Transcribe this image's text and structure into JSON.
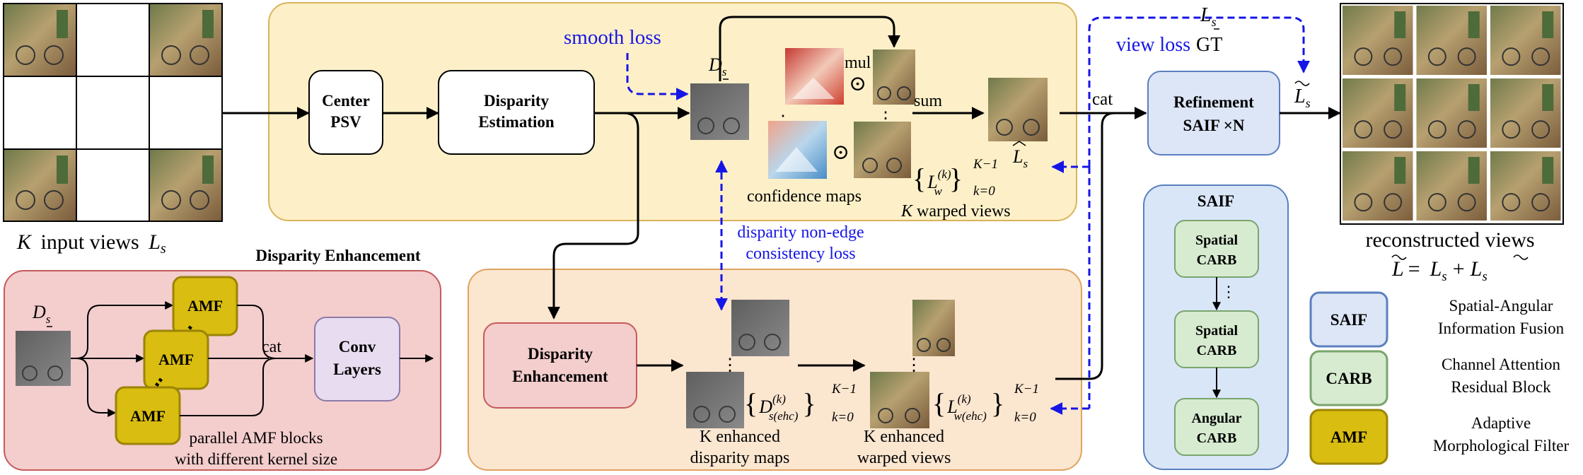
{
  "input": {
    "caption_var": "K",
    "caption_text": "input views",
    "caption_sym": "L",
    "caption_sub": "s"
  },
  "main": {
    "center_psv": [
      "Center",
      "PSV"
    ],
    "disparity_estimation": [
      "Disparity",
      "Estimation"
    ],
    "smooth_loss": "smooth loss",
    "d_label": "D",
    "d_sub": "s",
    "mul": "mul",
    "odot": "⊙",
    "sum": "sum",
    "dots": "⋮",
    "confidence_maps": "confidence maps",
    "warped_views_var": "K",
    "warped_views_text": "warped views",
    "warped_set_sym": "L",
    "warped_set_sub": "w",
    "set_super": "(k)",
    "set_upper": "K−1",
    "set_lower": "k=0",
    "lhat_sym": "L",
    "lhat_sub": "s"
  },
  "consistency_loss": [
    "disparity non-edge",
    "consistency loss"
  ],
  "view_loss": {
    "top_sym": "L",
    "top_sub": "s",
    "label": "view loss",
    "gt": "GT"
  },
  "refinement": {
    "cat": "cat",
    "title": "Refinement",
    "saif": "SAIF ×N",
    "ltilde_sym": "L",
    "ltilde_sub": "s"
  },
  "saif_panel": {
    "title": "SAIF",
    "blocks": [
      [
        "Spatial",
        "CARB"
      ],
      [
        "Spatial",
        "CARB"
      ],
      [
        "Angular",
        "CARB"
      ]
    ],
    "dots": "⋮"
  },
  "output": {
    "caption": "reconstructed views",
    "formula_lhs": "L",
    "formula_eq": "=",
    "formula_ls": "L",
    "formula_ls_sub": "s",
    "formula_plus": "+",
    "formula_rhs": "L",
    "formula_rhs_sub": "s"
  },
  "enhancement_detail": {
    "title": "Disparity Enhancement",
    "d_label": "D",
    "d_sub": "s",
    "amf": "AMF",
    "cat": "cat",
    "conv": [
      "Conv",
      "Layers"
    ],
    "note": [
      "parallel AMF blocks",
      "with different kernel size"
    ]
  },
  "enhancement_stage": {
    "block": [
      "Disparity",
      "Enhancement"
    ],
    "dots": "⋮",
    "disp_sym": "D",
    "disp_super": "(k)",
    "disp_sub": "s(ehc)",
    "warp_sym": "L",
    "warp_super": "(k)",
    "warp_sub": "w(ehc)",
    "set_upper": "K−1",
    "set_lower": "k=0",
    "enh_disp": [
      "K enhanced",
      "disparity maps"
    ],
    "enh_warp": [
      "K enhanced",
      "warped views"
    ]
  },
  "legend": [
    {
      "abbr": "SAIF",
      "desc": [
        "Spatial-Angular",
        "Information Fusion"
      ],
      "fill": "#dce6f6",
      "stroke": "#5b7fbf"
    },
    {
      "abbr": "CARB",
      "desc": [
        "Channel Attention",
        "Residual Block"
      ],
      "fill": "#d7ebd0",
      "stroke": "#7aa46c"
    },
    {
      "abbr": "AMF",
      "desc": [
        "Adaptive",
        "Morphological Filter"
      ],
      "fill": "#d9bd10",
      "stroke": "#9a8406"
    }
  ],
  "colors": {
    "main_panel": "#fdf0c8",
    "enh_panel": "#fbe6d0",
    "detail_panel": "#f4cdcd",
    "saif_panel": "#d9e6f8",
    "loss_blue": "#1515e6"
  }
}
